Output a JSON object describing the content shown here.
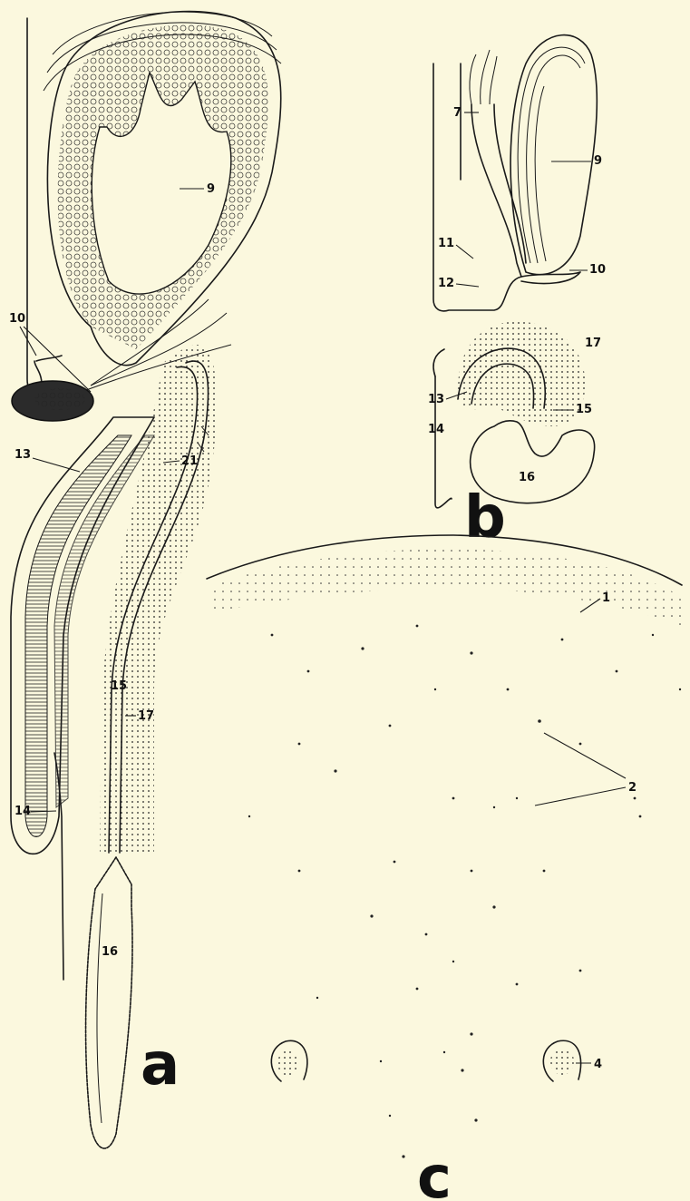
{
  "panels": {
    "a": {
      "letter": "a",
      "labels": {
        "l9": "9",
        "l10": "10",
        "l13": "13",
        "l21": "21",
        "l15": "15",
        "l17": "17",
        "l14": "14",
        "l16": "16"
      }
    },
    "b": {
      "letter": "b",
      "labels": {
        "l7": "7",
        "l9": "9",
        "l11": "11",
        "l10": "10",
        "l12": "12",
        "l17": "17",
        "l13": "13",
        "l15": "15",
        "l14": "14",
        "l16": "16"
      }
    },
    "c": {
      "letter": "c",
      "labels": {
        "l1": "1",
        "l2": "2",
        "l4": "4"
      }
    }
  }
}
